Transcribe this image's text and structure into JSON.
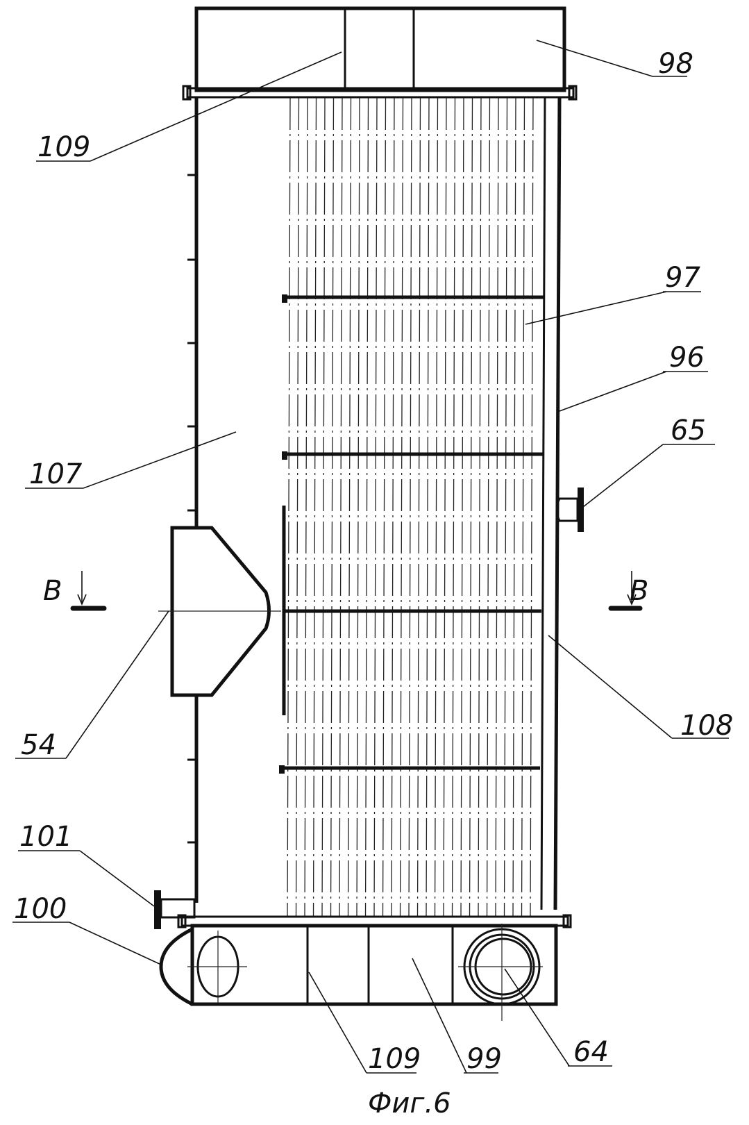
{
  "figure": {
    "caption": "Фиг.6",
    "section_mark": "B",
    "labels": {
      "l98": "98",
      "l109_top": "109",
      "l97": "97",
      "l96": "96",
      "l65": "65",
      "l107": "107",
      "l108": "108",
      "l54": "54",
      "l101": "101",
      "l100": "100",
      "l109_bottom": "109",
      "l99": "99",
      "l64": "64"
    }
  }
}
